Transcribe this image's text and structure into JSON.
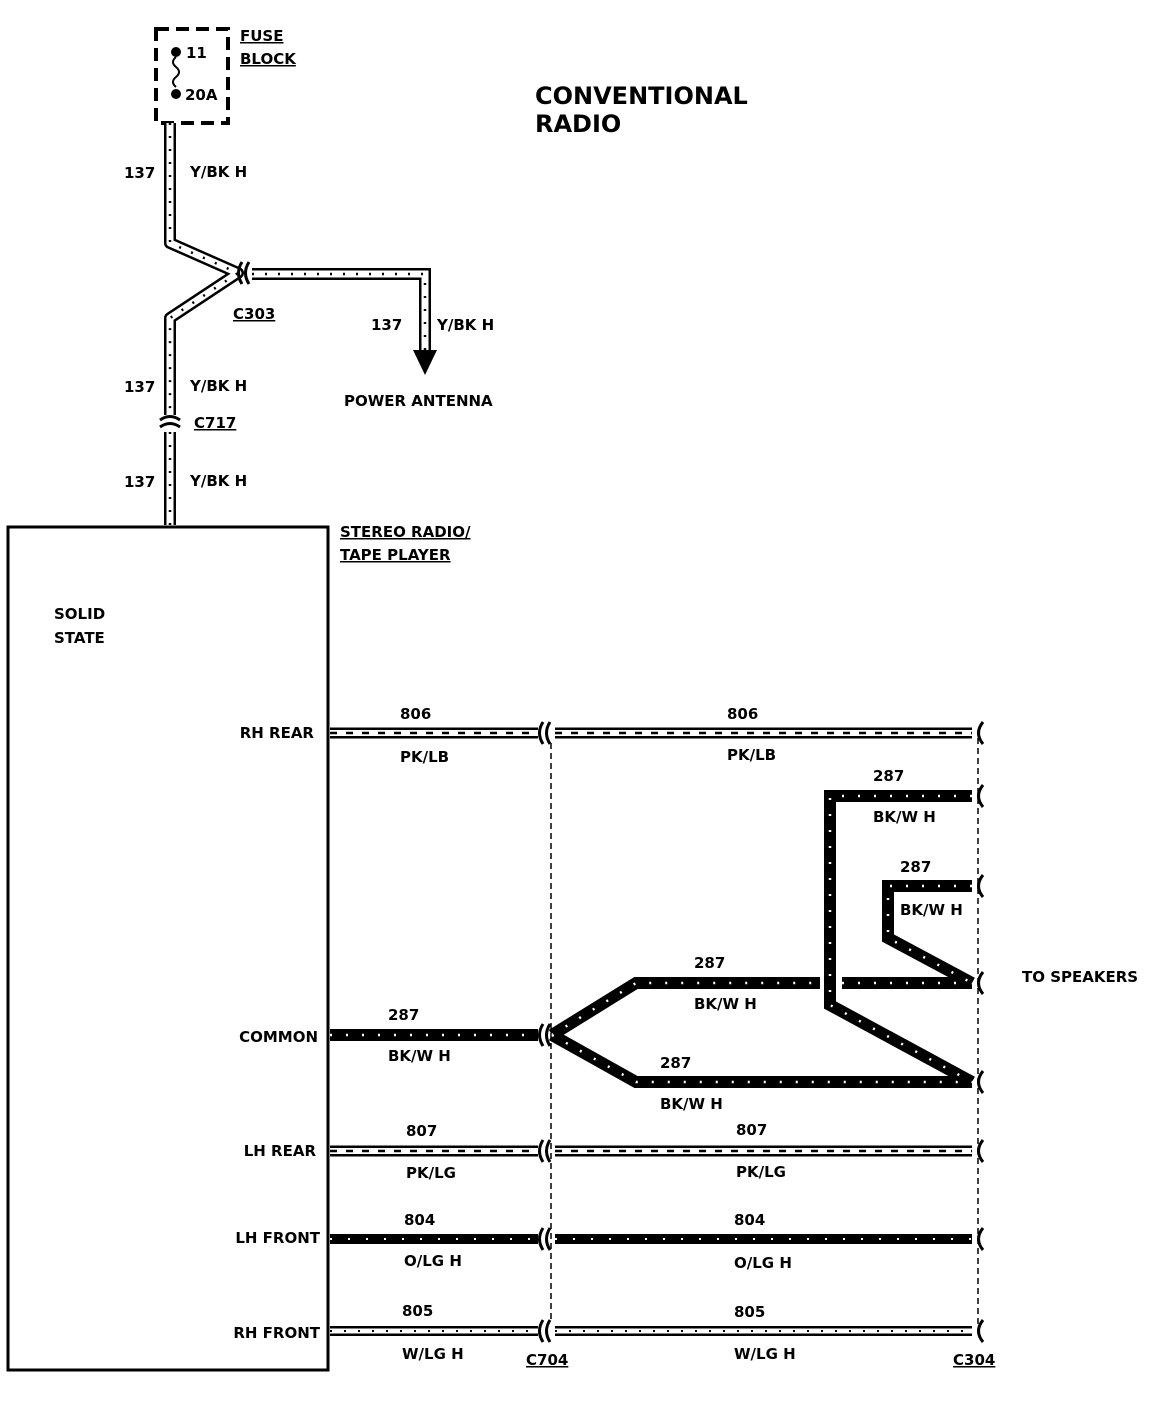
{
  "title": [
    "CONVENTIONAL",
    "RADIO"
  ],
  "fuse_block": {
    "label": [
      "FUSE",
      "BLOCK"
    ],
    "fuse_number": "11",
    "rating": "20A"
  },
  "connectors": {
    "c303": "C303",
    "c717": "C717",
    "c704": "C704",
    "c304": "C304"
  },
  "power_circuit": {
    "circuit": "137",
    "color": "Y/BK H"
  },
  "power_antenna": {
    "circuit": "137",
    "color": "Y/BK H",
    "label": "POWER ANTENNA"
  },
  "radio": {
    "label": [
      "STEREO RADIO/",
      "TAPE PLAYER"
    ],
    "type": [
      "SOLID",
      "STATE"
    ],
    "terminals": {
      "rh_rear": "RH REAR",
      "common": "COMMON",
      "lh_rear": "LH REAR",
      "lh_front": "LH FRONT",
      "rh_front": "RH FRONT"
    }
  },
  "speaker_wires": {
    "rh_rear": {
      "circuit": "806",
      "color": "PK/LB"
    },
    "common_in": {
      "circuit": "287",
      "color": "BK/W H"
    },
    "common_upper": {
      "circuit": "287",
      "color": "BK/W H"
    },
    "common_lower": {
      "circuit": "287",
      "color": "BK/W H"
    },
    "branch_a": {
      "circuit": "287",
      "color": "BK/W H"
    },
    "branch_b": {
      "circuit": "287",
      "color": "BK/W H"
    },
    "lh_rear": {
      "circuit": "807",
      "color": "PK/LG"
    },
    "lh_front": {
      "circuit": "804",
      "color": "O/LG H"
    },
    "rh_front": {
      "circuit": "805",
      "color": "W/LG H"
    }
  },
  "to_speakers": "TO SPEAKERS"
}
